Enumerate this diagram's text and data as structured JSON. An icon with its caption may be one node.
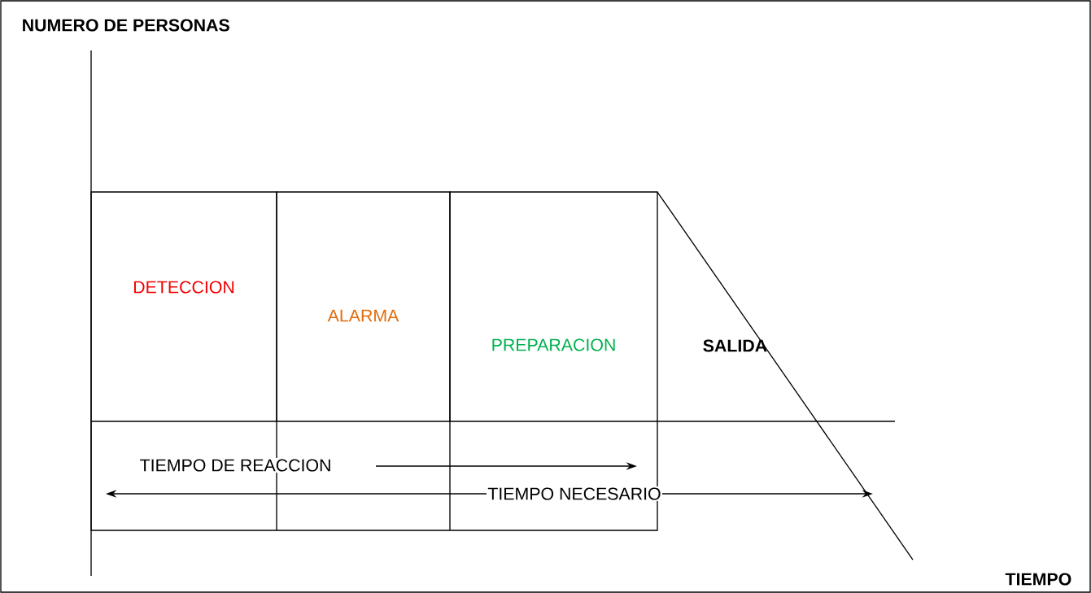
{
  "diagram": {
    "nodes": [
      {
        "text": [
          "DETECCION"
        ]
      },
      {
        "text": [
          "ALARMA"
        ]
      },
      {
        "text": [
          "PREPARACION"
        ]
      }
    ],
    "labels": [
      "NUMERO DE PERSONAS",
      "SALIDA",
      "TIEMPO DE REACCION",
      "TIEMPO NECESARIO",
      "TIEMPO"
    ]
  }
}
